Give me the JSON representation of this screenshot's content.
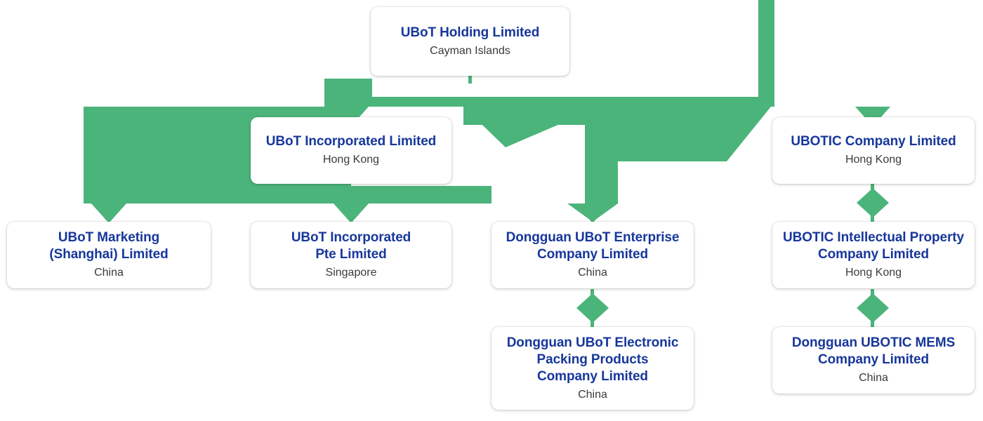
{
  "diagram": {
    "type": "org-chart",
    "title": "UBoT Holding Limited corporate structure",
    "colors": {
      "connector_green": "#4BB47B",
      "node_title_blue": "#17379B",
      "node_subtitle_gray": "#3A3A3A",
      "node_background": "#FFFFFF",
      "page_background": "#FFFFFF"
    },
    "nodes": [
      {
        "id": "ubot-holding-limited",
        "name": "UBoT Holding Limited",
        "jurisdiction": "Cayman Islands",
        "level": 0
      },
      {
        "id": "ubot-incorporated-limited",
        "name": "UBoT Incorporated Limited",
        "jurisdiction": "Hong Kong",
        "level": 1
      },
      {
        "id": "ubotic-company-limited",
        "name": "UBOTIC Company Limited",
        "jurisdiction": "Hong Kong",
        "level": 1
      },
      {
        "id": "ubot-marketing-shanghai-limited",
        "name": "UBoT Marketing\n(Shanghai) Limited",
        "jurisdiction": "China",
        "level": 2
      },
      {
        "id": "ubot-incorporated-pte-limited",
        "name": "UBoT Incorporated\nPte Limited",
        "jurisdiction": "Singapore",
        "level": 2
      },
      {
        "id": "dongguan-ubot-enterprise-company-limited",
        "name": "Dongguan UBoT Enterprise\nCompany Limited",
        "jurisdiction": "China",
        "level": 2
      },
      {
        "id": "ubotic-intellectual-property-company-limited",
        "name": "UBOTIC Intellectual Property\nCompany Limited",
        "jurisdiction": "Hong Kong",
        "level": 2
      },
      {
        "id": "dongguan-ubot-electronic-packing-products-company-limited",
        "name": "Dongguan UBoT Electronic\nPacking Products\nCompany Limited",
        "jurisdiction": "China",
        "level": 3
      },
      {
        "id": "dongguan-ubotic-mems-company-limited",
        "name": "Dongguan UBOTIC MEMS\nCompany Limited",
        "jurisdiction": "China",
        "level": 3
      }
    ],
    "edges": [
      {
        "from": "ubot-holding-limited",
        "to": "ubot-incorporated-limited",
        "style": "arrow"
      },
      {
        "from": "ubot-holding-limited",
        "to": "ubotic-company-limited",
        "style": "arrow"
      },
      {
        "from": "ubot-holding-limited",
        "to": "dongguan-ubot-enterprise-company-limited",
        "style": "arrow"
      },
      {
        "from": "ubot-incorporated-limited",
        "to": "ubot-marketing-shanghai-limited",
        "style": "arrow"
      },
      {
        "from": "ubot-incorporated-limited",
        "to": "ubot-incorporated-pte-limited",
        "style": "arrow"
      },
      {
        "from": "ubotic-company-limited",
        "to": "ubotic-intellectual-property-company-limited",
        "style": "diamond"
      },
      {
        "from": "dongguan-ubot-enterprise-company-limited",
        "to": "dongguan-ubot-electronic-packing-products-company-limited",
        "style": "diamond"
      },
      {
        "from": "ubotic-intellectual-property-company-limited",
        "to": "dongguan-ubotic-mems-company-limited",
        "style": "diamond"
      }
    ]
  }
}
